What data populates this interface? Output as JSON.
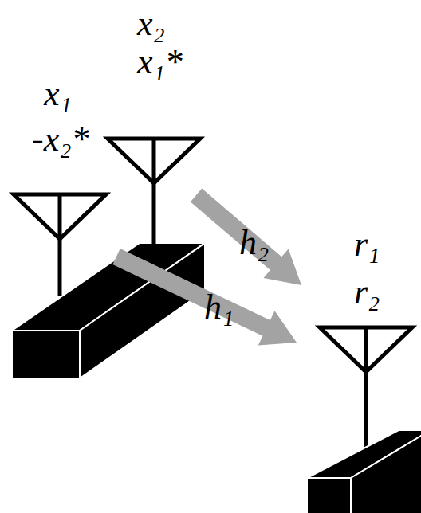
{
  "diagram": {
    "labels": [
      "x₂",
      "x₁*",
      "x₁",
      "-x₂*",
      "h₂",
      "r₁",
      "r₂",
      "h₁"
    ]
  }
}
